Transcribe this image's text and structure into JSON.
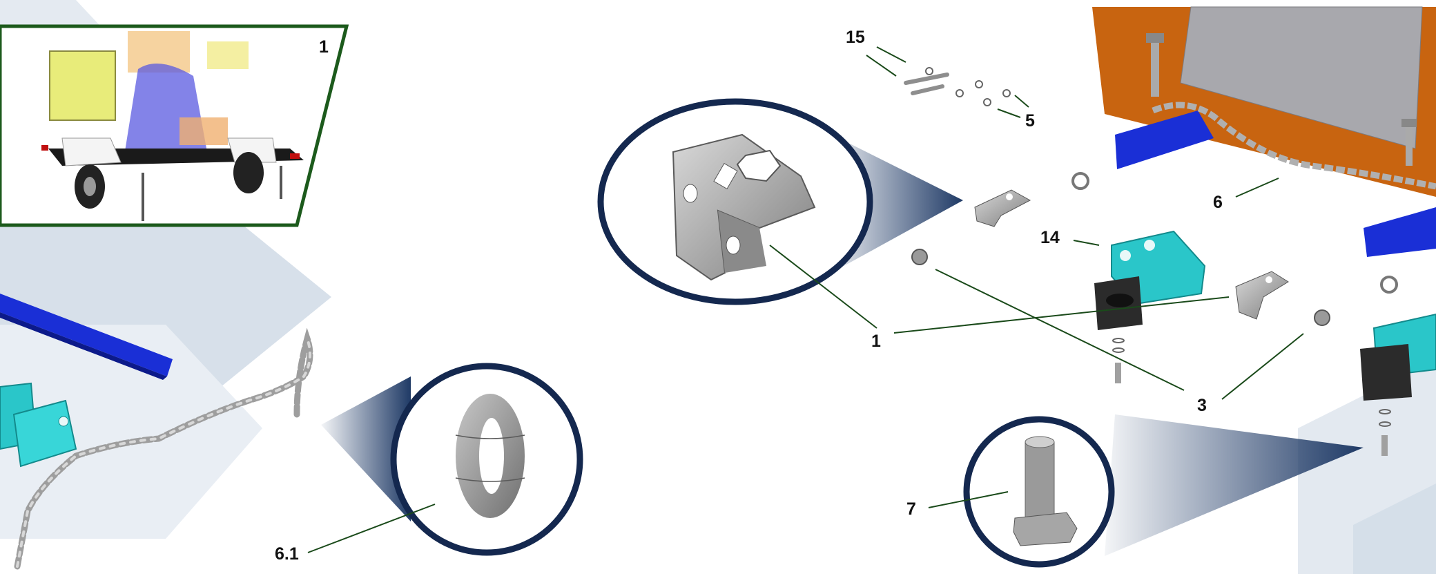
{
  "diagram": {
    "type": "exploded-parts-view",
    "callouts": {
      "inset_overview": "1",
      "part_1": "1",
      "part_3": "3",
      "part_5": "5",
      "part_6": "6",
      "part_6_1": "6.1",
      "part_7": "7",
      "part_14": "14",
      "part_15": "15"
    }
  },
  "colors": {
    "inset_border": "#1c5a1c",
    "zoom_ring": "#14284f",
    "zoom_cone": "#1f3a66",
    "leader_line": "#1a4a1a",
    "mounting_plate": "#c86410",
    "channel_blue": "#1a2fd6",
    "bracket_cyan": "#2ac6c9",
    "rubber_mount": "#2b2b2b",
    "metal_gray": "#a8a8a8",
    "background_chevrons": "#dfe6ee"
  },
  "icons": {
    "bracket": "angle-bracket-icon",
    "chain_link": "chain-link-icon",
    "bolt": "hex-bolt-icon"
  }
}
